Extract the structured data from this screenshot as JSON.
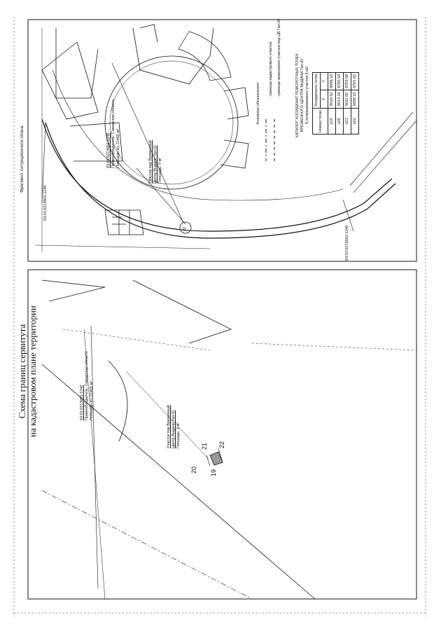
{
  "right_panel": {
    "caption": "Фрагмент ситуационного плана",
    "parcel_a": {
      "cadastral": "63:01:0213001:1240",
      "owner": "Правообладатель: Самарская область",
      "area": "Площадь к/у 21465 м²"
    },
    "parcel_b": {
      "title": "Участок под Временный",
      "name": "Центр Выдачи Гап-ID",
      "area": "Площадь: 9 м²"
    },
    "label_top": "63:01:0213001:1240",
    "label_bottom": "63:01:0213001:1240",
    "point_label": "22",
    "legend": {
      "title": "Условные обозначения:",
      "item1": "- граница кадастрового участка",
      "item2": "- граница земельного участка под ЦВ Гап-ID"
    },
    "catalog": {
      "title1": "КАТАЛОГ КООРДИНАТ ПОВОРОТНЫХ ТОЧЕК",
      "title2": "ВРЕМЕННОГО ЦЕНТРА ВЫДАЧИ Гап-ID",
      "title3": "S испрашиваемого участка 9 м2",
      "header_point": "Номер точки",
      "header_coords": "Координаты точек",
      "header_x": "X",
      "header_y": "Y",
      "rows": [
        {
          "point": "н19",
          "x": "9010.52",
          "y": "8698.18"
        },
        {
          "point": "н20",
          "x": "9013.19",
          "y": "8700.54"
        },
        {
          "point": "н21",
          "x": "9011.65",
          "y": "8703.08"
        },
        {
          "point": "н22",
          "x": "9008.10",
          "y": "8701.65"
        }
      ]
    }
  },
  "left_panel": {
    "title_line1": "Схема границ сервитута",
    "title_line2": "на кадастровом плане территории",
    "parcel_a": {
      "cadastral": "63:01:0213001:1240",
      "owner": "Правообладатель: Самарская область",
      "area": "Площадь к/у 21465 м²"
    },
    "parcel_b": {
      "title": "Участок под Временный",
      "name": "Центр Выдачи Гап-ID",
      "area": "Площадь: 9 м²"
    },
    "points": {
      "p19": "19",
      "p20": "20",
      "p21": "21",
      "p22": "22"
    }
  }
}
